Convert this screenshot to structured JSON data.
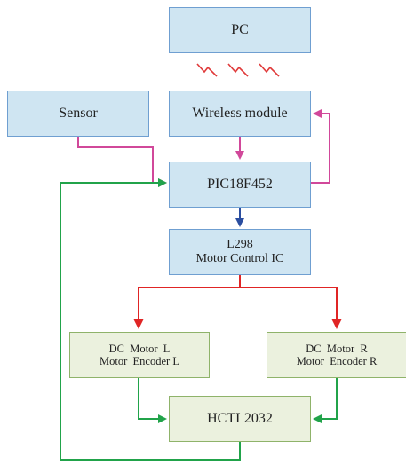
{
  "blocks": {
    "pc": {
      "label": "PC"
    },
    "sensor": {
      "label": "Sensor"
    },
    "wireless": {
      "label": "Wireless module"
    },
    "pic": {
      "label": "PIC18F452"
    },
    "l298": {
      "line1": "L298",
      "line2": "Motor Control IC"
    },
    "motor_left": {
      "line1": "DC  Motor  L",
      "line2": "Motor  Encoder L"
    },
    "motor_right": {
      "line1": "DC  Motor  R",
      "line2": "Motor  Encoder R"
    },
    "hctl": {
      "label": "HCTL2032"
    }
  },
  "colors": {
    "block_fill": "#cfe5f2",
    "block_border": "#6f9fd1",
    "motor_fill": "#ebf1de",
    "motor_border": "#8fb36a",
    "wire_magenta": "#d1489a",
    "wire_blue": "#2b4ea0",
    "wire_red": "#e02525",
    "wire_green": "#21a34a",
    "wireless_signal": "#e03a3a"
  },
  "icons": {
    "wireless_signal": "lightning-zigzag-icon"
  }
}
